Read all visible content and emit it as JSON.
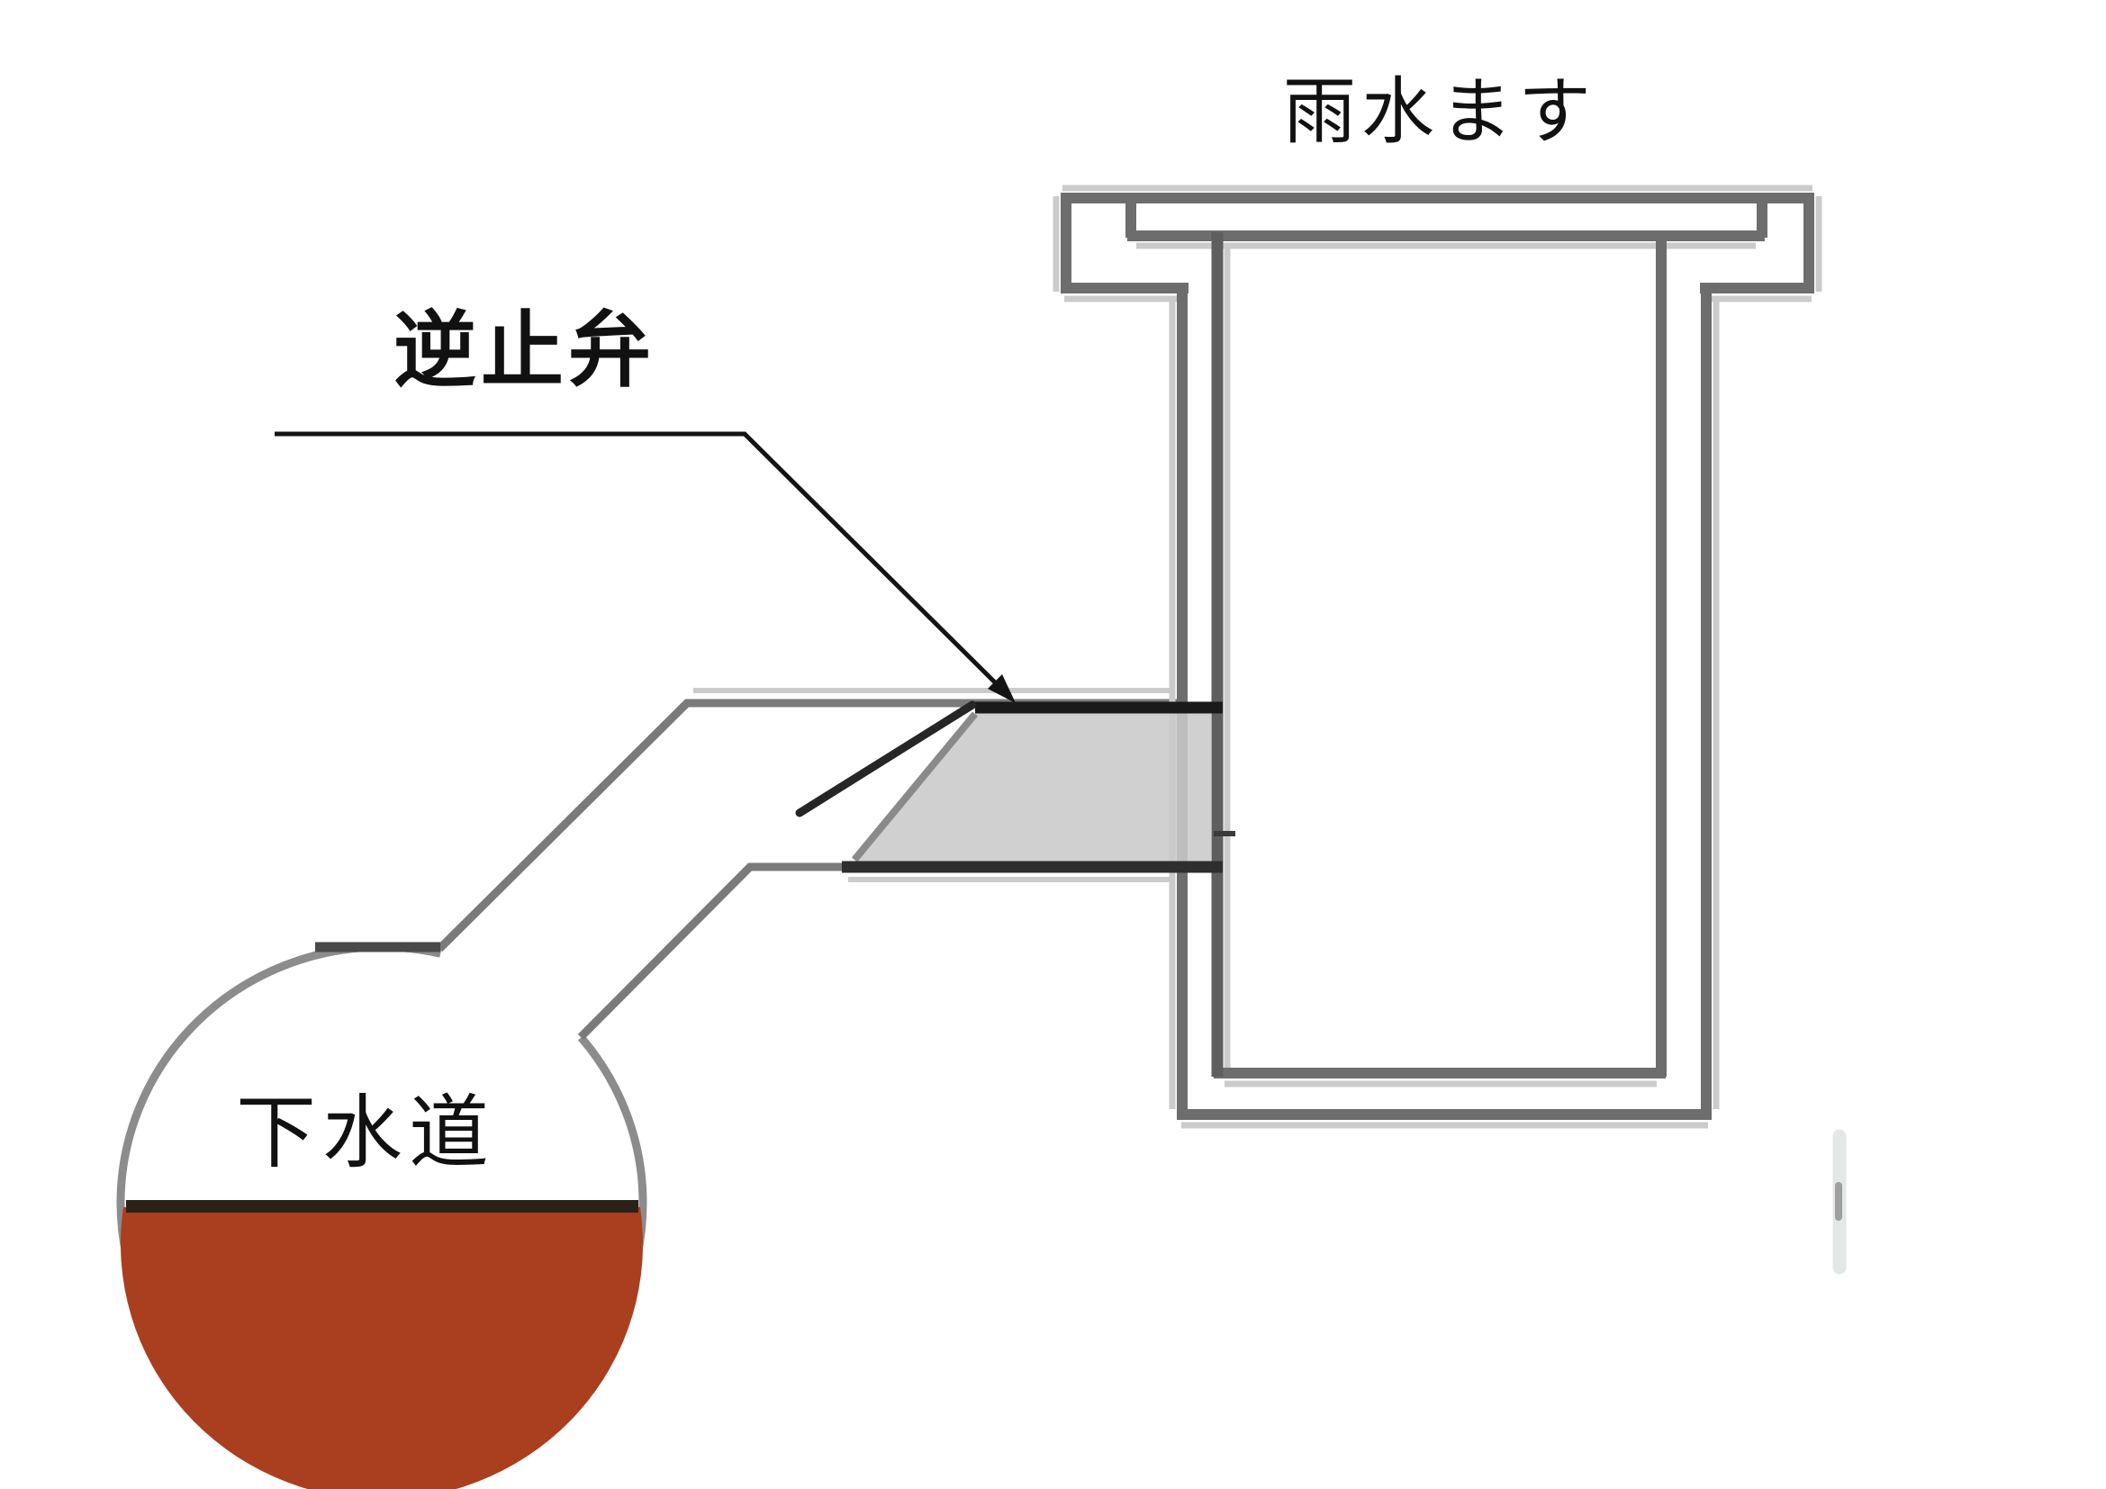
{
  "diagram": {
    "title": "雨水ます",
    "valve_label": "逆止弁",
    "sewer_label": "下水道"
  },
  "icons": {
    "leader_arrow": "arrowhead pointing to check valve hinge"
  },
  "colors": {
    "background": "#ffffff",
    "outline_gray": "#6d6d6d",
    "circle_gray": "#8c8c8c",
    "halo_gray": "#cbcbcb",
    "pipe_gray": "#7a7a7a",
    "chord_dark": "#4a4a4a",
    "valve_seat_gray": "#c9c9c9",
    "valve_top_black": "#1a1a1a",
    "valve_bottom_dark": "#2e2e2e",
    "valve_flap_dark": "#262626",
    "miter_gray": "#8a8a8a",
    "sewage_red": "#a93f1e",
    "waterline_dark": "#2b2118",
    "leader_black": "#141414",
    "text_black": "#111111",
    "artifact_light": "#e3e7e7",
    "artifact_core": "#9f9f9f"
  }
}
